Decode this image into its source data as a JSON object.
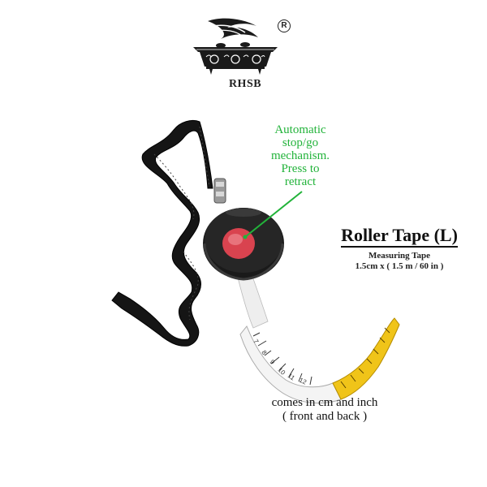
{
  "logo": {
    "brand": "RHSB",
    "registered": "R"
  },
  "annotation": {
    "lines": [
      "Automatic",
      "stop/go",
      "mechanism.",
      "Press to",
      "retract"
    ]
  },
  "title": {
    "main": "Roller Tape (L)",
    "sub": "Measuring Tape",
    "dims": "1.5cm x ( 1.5 m / 60 in )"
  },
  "caption": {
    "line1": "comes in cm and inch",
    "line2": "( front and back )"
  },
  "colors": {
    "annotation": "#22b33a",
    "button": "#d9434f",
    "case": "#1a1a1a",
    "tape_white": "#f4f4f4",
    "tape_yellow": "#f0c419"
  },
  "tape_ticks_cm": [
    "7",
    "8",
    "9",
    "10",
    "11",
    "12"
  ]
}
